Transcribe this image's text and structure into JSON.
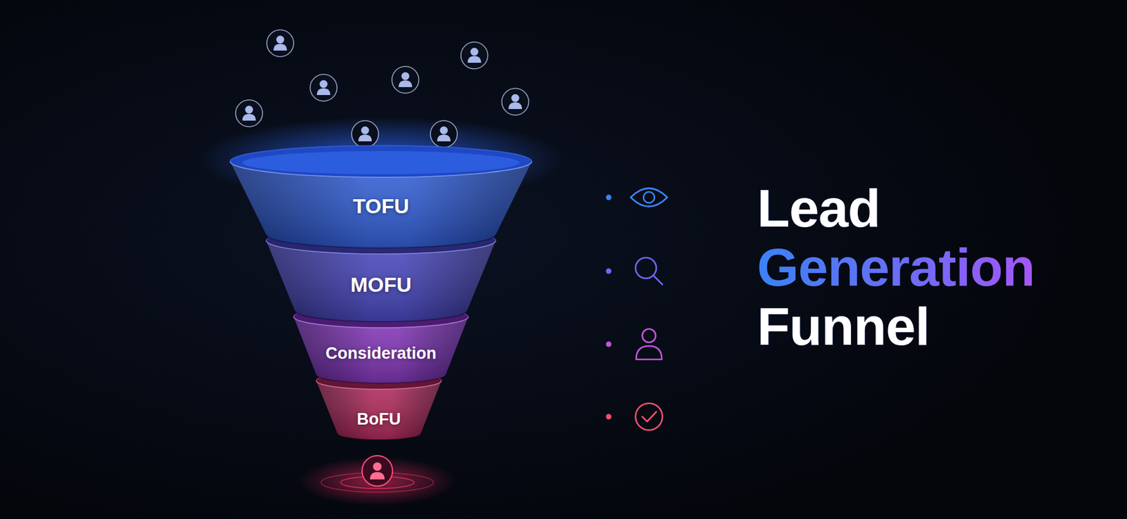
{
  "diagram": {
    "title": "Lead Generation Funnel",
    "nodes": [
      {
        "text": [
          "TOFU"
        ]
      },
      {
        "text": [
          "MOFU"
        ]
      },
      {
        "text": [
          "Consideration"
        ]
      },
      {
        "text": [
          "BoFU"
        ]
      }
    ]
  }
}
